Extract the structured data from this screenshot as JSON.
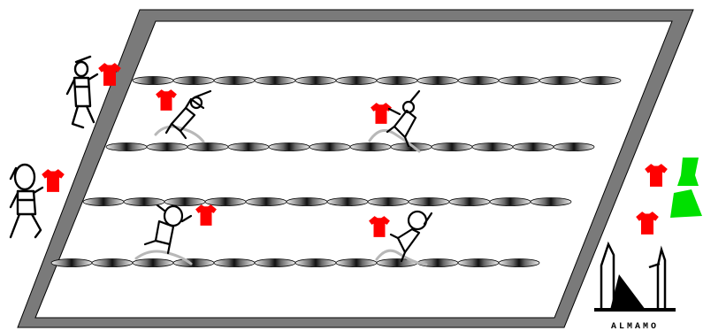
{
  "game": {
    "court": {
      "frame_color": "#7a7a7a",
      "surface_color": "#ffffff",
      "line_color": "#000000"
    },
    "lane_ropes": {
      "float_color_dark": "#222222",
      "float_color_light": "#e8e8e8",
      "count": 4
    },
    "swimmers": [
      {
        "id": "swimmer-1",
        "lane": 1,
        "shirt": "red-shirt-icon",
        "stroke": "backstroke"
      },
      {
        "id": "swimmer-2",
        "lane": 1,
        "shirt": "red-shirt-icon",
        "stroke": "freestyle"
      },
      {
        "id": "swimmer-3",
        "lane": 3,
        "shirt": "red-shirt-icon",
        "stroke": "breaststroke"
      },
      {
        "id": "swimmer-4",
        "lane": 3,
        "shirt": "red-shirt-icon",
        "stroke": "breaststroke"
      }
    ],
    "poolside_players": [
      {
        "id": "coach-1",
        "shirt": "red-shirt-icon"
      },
      {
        "id": "coach-2",
        "shirt": "red-shirt-icon"
      }
    ],
    "inventory": {
      "red_shirts": 2,
      "green_shirts": 2,
      "red_color": "#ff0000",
      "green_color": "#00e000"
    },
    "logo": {
      "text": "ALMAMO"
    }
  }
}
